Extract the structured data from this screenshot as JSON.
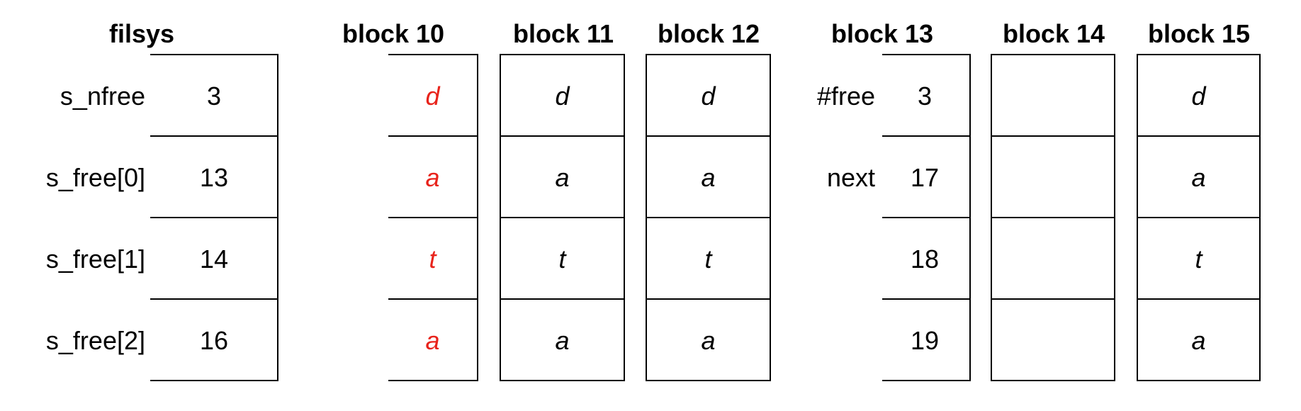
{
  "filsys": {
    "title": "filsys",
    "labels": [
      "s_nfree",
      "s_free[0]",
      "s_free[1]",
      "s_free[2]"
    ],
    "values": [
      "3",
      "13",
      "14",
      "16"
    ]
  },
  "blocks": [
    {
      "title": "block 10",
      "cells": [
        "d",
        "a",
        "t",
        "a"
      ],
      "highlight_color": "#e8231b"
    },
    {
      "title": "block 11",
      "cells": [
        "d",
        "a",
        "t",
        "a"
      ]
    },
    {
      "title": "block 12",
      "cells": [
        "d",
        "a",
        "t",
        "a"
      ]
    },
    {
      "title": "block 13",
      "labels": [
        "#free",
        "next",
        "",
        ""
      ],
      "cells": [
        "3",
        "17",
        "18",
        "19"
      ]
    },
    {
      "title": "block 14",
      "cells": [
        "",
        "",
        "",
        ""
      ]
    },
    {
      "title": "block 15",
      "cells": [
        "d",
        "a",
        "t",
        "a"
      ]
    }
  ]
}
